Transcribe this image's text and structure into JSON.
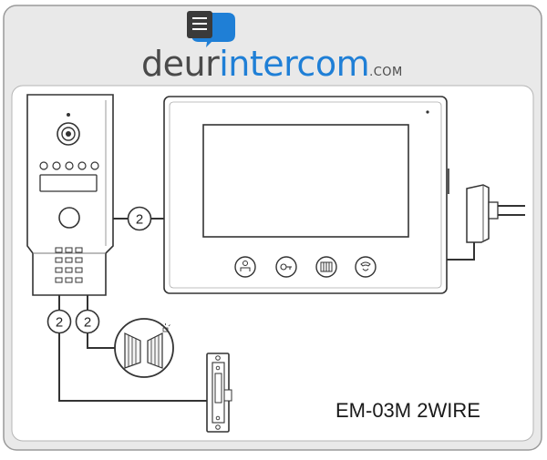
{
  "logo": {
    "word_deur": "deur",
    "word_intercom": "intercom",
    "word_tld": ".COM",
    "icon": "chat-bubble-document-icon",
    "colors": {
      "dark": "#4a4a4a",
      "blue": "#1f7fd6"
    }
  },
  "diagram": {
    "cable_labels": {
      "door_station_to_monitor": "2",
      "door_station_to_lock_release": "2",
      "door_station_to_gate": "2"
    },
    "components": [
      "door-station",
      "indoor-monitor",
      "power-adapter",
      "gate-motor",
      "electric-strike"
    ],
    "monitor_buttons": [
      "talk-icon",
      "unlock-icon",
      "gate-icon",
      "handset-icon"
    ]
  },
  "caption": "EM-03M 2WIRE"
}
